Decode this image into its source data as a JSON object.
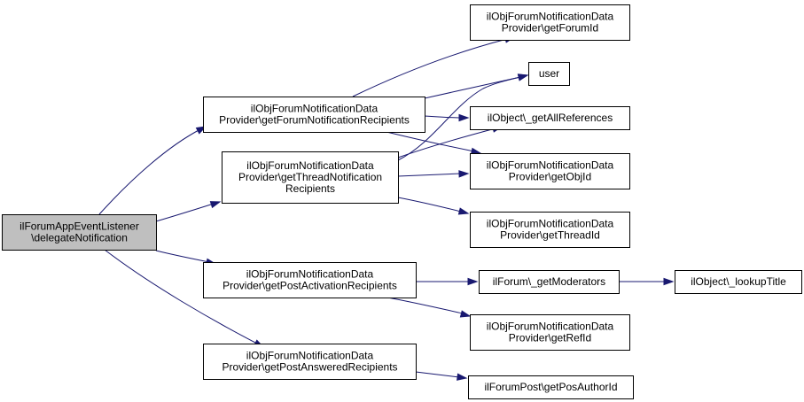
{
  "diagram": {
    "nodes": [
      {
        "id": "root",
        "lines": [
          "ilForumAppEventListener",
          "\\delegateNotification"
        ],
        "root": true
      },
      {
        "id": "forumNR",
        "lines": [
          "ilObjForumNotificationData",
          "Provider\\getForumNotificationRecipients"
        ]
      },
      {
        "id": "threadNR",
        "lines": [
          "ilObjForumNotificationData",
          "Provider\\getThreadNotification",
          "Recipients"
        ]
      },
      {
        "id": "postAct",
        "lines": [
          "ilObjForumNotificationData",
          "Provider\\getPostActivationRecipients"
        ]
      },
      {
        "id": "postAns",
        "lines": [
          "ilObjForumNotificationData",
          "Provider\\getPostAnsweredRecipients"
        ]
      },
      {
        "id": "getForumId",
        "lines": [
          "ilObjForumNotificationData",
          "Provider\\getForumId"
        ]
      },
      {
        "id": "user",
        "lines": [
          "user"
        ]
      },
      {
        "id": "getAllRefs",
        "lines": [
          "ilObject\\_getAllReferences"
        ]
      },
      {
        "id": "getObjId",
        "lines": [
          "ilObjForumNotificationData",
          "Provider\\getObjId"
        ]
      },
      {
        "id": "getThreadId",
        "lines": [
          "ilObjForumNotificationData",
          "Provider\\getThreadId"
        ]
      },
      {
        "id": "getMods",
        "lines": [
          "ilForum\\_getModerators"
        ]
      },
      {
        "id": "lookupTitle",
        "lines": [
          "ilObject\\_lookupTitle"
        ]
      },
      {
        "id": "getRefId",
        "lines": [
          "ilObjForumNotificationData",
          "Provider\\getRefId"
        ]
      },
      {
        "id": "getPosAuth",
        "lines": [
          "ilForumPost\\getPosAuthorId"
        ]
      }
    ],
    "edges": [
      {
        "from": "root",
        "to": "forumNR"
      },
      {
        "from": "root",
        "to": "threadNR"
      },
      {
        "from": "root",
        "to": "postAct"
      },
      {
        "from": "root",
        "to": "postAns"
      },
      {
        "from": "forumNR",
        "to": "getForumId"
      },
      {
        "from": "forumNR",
        "to": "user"
      },
      {
        "from": "forumNR",
        "to": "getAllRefs"
      },
      {
        "from": "forumNR",
        "to": "getObjId"
      },
      {
        "from": "threadNR",
        "to": "user"
      },
      {
        "from": "threadNR",
        "to": "getAllRefs"
      },
      {
        "from": "threadNR",
        "to": "getObjId"
      },
      {
        "from": "threadNR",
        "to": "getThreadId"
      },
      {
        "from": "postAct",
        "to": "getMods"
      },
      {
        "from": "postAct",
        "to": "getRefId"
      },
      {
        "from": "getMods",
        "to": "lookupTitle"
      },
      {
        "from": "postAns",
        "to": "getPosAuth"
      }
    ]
  }
}
